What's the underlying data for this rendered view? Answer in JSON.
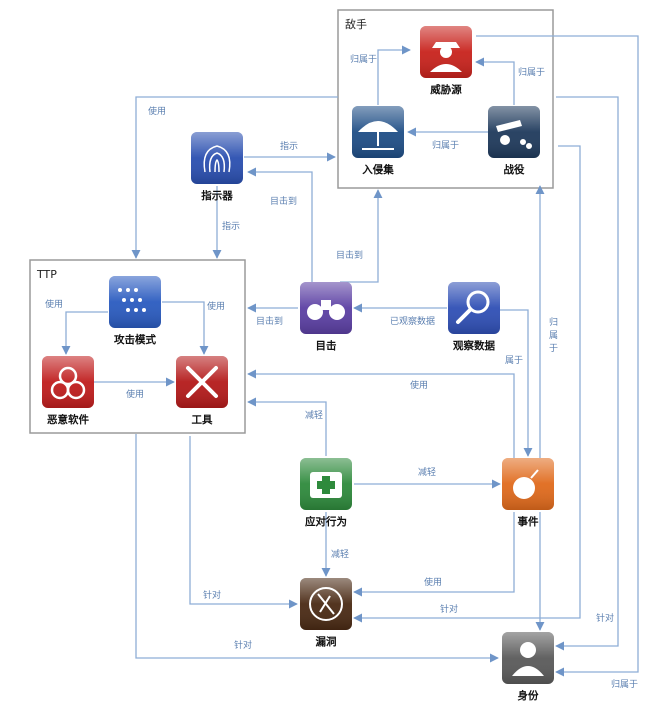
{
  "groups": {
    "adversary": "敌手",
    "ttp": "TTP"
  },
  "nodes": {
    "threat_actor": "威胁源",
    "intrusion_set": "入侵集",
    "campaign": "战役",
    "indicator": "指示器",
    "attack_pattern": "攻击模式",
    "malware": "恶意软件",
    "tool": "工具",
    "sighting": "目击",
    "observed_data": "观察数据",
    "course_of_action": "应对行为",
    "incident": "事件",
    "vulnerability": "漏洞",
    "identity": "身份"
  },
  "edges": {
    "intrusion_to_threat": "归属于",
    "campaign_to_threat": "归属于",
    "campaign_to_intrusion": "归属于",
    "threat_uses": "使用",
    "indicator_indicates": "指示",
    "indicator_to_ttp": "指示",
    "sighting_to_indicator": "目击到",
    "sighting_to_intrusion": "目击到",
    "sighting_to_ttp": "目击到",
    "observed_to_sighting": "已观察数据",
    "attack_uses_malware": "使用",
    "attack_uses_tool": "使用",
    "malware_uses_tool": "使用",
    "incident_uses_ttp": "使用",
    "incident_belongs": "属于",
    "coa_mitigates_tool": "减轻",
    "coa_mitigates_incident": "减轻",
    "coa_mitigates_vuln": "减轻",
    "incident_uses_vuln": "使用",
    "tool_targets": "针对",
    "malware_targets": "针对",
    "identity_targets": "针对",
    "incident_to_campaign_a": "归",
    "incident_to_campaign_b": "属",
    "incident_to_campaign_c": "于",
    "identity_to_campaign": "针对",
    "identity_to_threat": "归属于"
  },
  "colors": {
    "threat_actor": "#c8221c",
    "intrusion_set": "#1f4e86",
    "campaign": "#1f3a5c",
    "indicator": "#2a4fb0",
    "attack_pattern": "#2a5bc0",
    "malware": "#c01d1d",
    "tool": "#b41a1a",
    "sighting": "#5b3fa3",
    "observed_data": "#2f4fb5",
    "course_of_action": "#2e8a3c",
    "incident": "#e06a1c",
    "vulnerability": "#4a2a14",
    "identity": "#5a5a5a",
    "edge": "#8eaed6"
  }
}
